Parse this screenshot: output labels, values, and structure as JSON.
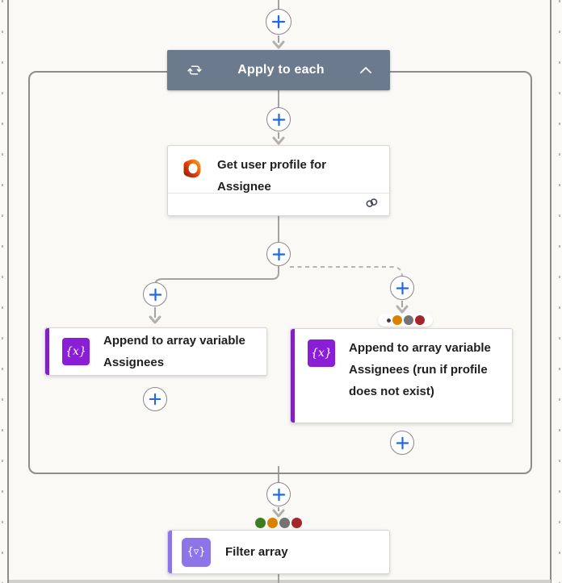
{
  "colors": {
    "accent_blue": "#2266e3",
    "scope_header_bg": "#6b7a8c",
    "variable_purple": "#8a1ed6",
    "data_operation_purple": "#8b75e9",
    "connector_gray": "#a5a3a1",
    "status": {
      "succeeded_green": "#3f7d23",
      "timed_out_orange": "#d98200",
      "skipped_gray": "#737373",
      "failed_red": "#a4262c",
      "mini_dark": "#404040"
    }
  },
  "scope": {
    "title": "Apply to each",
    "loop_icon": "loop-icon",
    "collapse_icon": "chevron-up-icon"
  },
  "actions": {
    "get_user_profile": {
      "title": "Get user profile for Assignee",
      "icon": "office365-icon",
      "footer_icon": "connection-link-icon"
    },
    "append_variable_left": {
      "title": "Append to array variable Assignees",
      "icon_glyph": "{x}"
    },
    "append_variable_right": {
      "title": "Append to array variable Assignees (run if profile does not exist)",
      "icon_glyph": "{x}"
    },
    "filter_array": {
      "title": "Filter array",
      "icon_glyph": "{▿}"
    }
  },
  "run_after_badges": {
    "append_variable_right": [
      "mini_dark",
      "timed_out_orange",
      "skipped_gray",
      "failed_red"
    ],
    "filter_array": [
      "succeeded_green",
      "timed_out_orange",
      "skipped_gray",
      "failed_red"
    ]
  }
}
